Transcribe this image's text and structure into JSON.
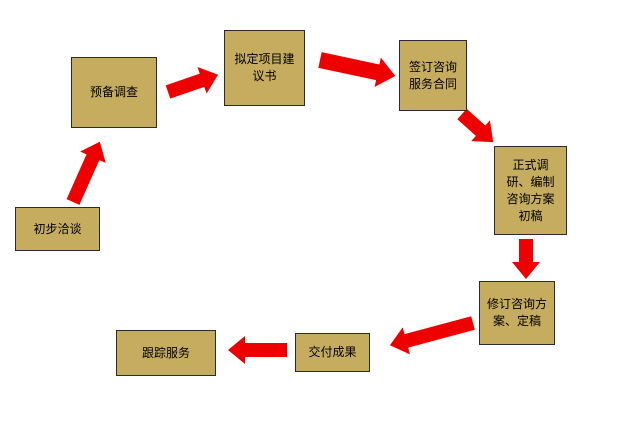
{
  "diagram": {
    "type": "flowchart",
    "colors": {
      "background": "#FFFFFF",
      "node_fill": "#C5AC5F",
      "node_border": "#2B2B2B",
      "arrow": "#EE0000"
    },
    "nodes": [
      {
        "id": "initial-contact",
        "label": "初步洽谈"
      },
      {
        "id": "preliminary-survey",
        "label": "预备调查"
      },
      {
        "id": "draft-proposal",
        "label": "拟定项目建议书"
      },
      {
        "id": "sign-contract",
        "label": "签订咨询服务合同"
      },
      {
        "id": "formal-research",
        "label": "正式调研、编制咨询方案初稿"
      },
      {
        "id": "revise-finalize",
        "label": "修订咨询方案、定稿"
      },
      {
        "id": "deliver-results",
        "label": "交付成果"
      },
      {
        "id": "follow-up-service",
        "label": "跟踪服务"
      }
    ],
    "edges": [
      {
        "from": "初步洽谈",
        "to": "预备调查"
      },
      {
        "from": "预备调查",
        "to": "拟定项目建议书"
      },
      {
        "from": "拟定项目建议书",
        "to": "签订咨询服务合同"
      },
      {
        "from": "签订咨询服务合同",
        "to": "正式调研、编制咨询方案初稿"
      },
      {
        "from": "正式调研、编制咨询方案初稿",
        "to": "修订咨询方案、定稿"
      },
      {
        "from": "修订咨询方案、定稿",
        "to": "交付成果"
      },
      {
        "from": "交付成果",
        "to": "跟踪服务"
      }
    ]
  }
}
